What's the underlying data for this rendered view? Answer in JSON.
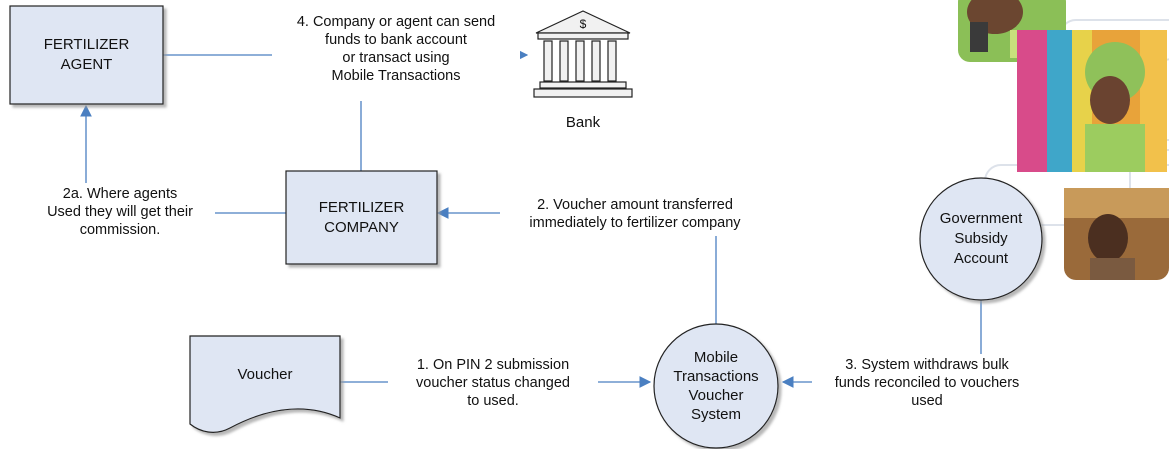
{
  "nodes": {
    "fertilizer_agent": [
      "FERTILIZER",
      "AGENT"
    ],
    "fertilizer_company": [
      "FERTILIZER",
      "COMPANY"
    ],
    "bank": "Bank",
    "bank_symbol": "$",
    "voucher": "Voucher",
    "mobile_system": [
      "Mobile",
      "Transactions",
      "Voucher",
      "System"
    ],
    "government_account": [
      "Government",
      "Subsidy",
      "Account"
    ]
  },
  "edges": {
    "step4": [
      "4. Company or agent can send",
      "funds to  bank account",
      "or transact using",
      "Mobile Transactions"
    ],
    "step2a": [
      "2a. Where agents",
      "Used they will get their",
      "commission."
    ],
    "step2": [
      "2. Voucher amount transferred",
      "immediately to fertilizer company"
    ],
    "step1": [
      "1. On PIN 2 submission",
      "voucher status changed",
      "to used."
    ],
    "step3": [
      "3. System withdraws bulk",
      "funds reconciled to vouchers",
      "used"
    ]
  },
  "colors": {
    "box_fill": "#dfe6f3",
    "circle_fill": "#dfe6f3",
    "connector": "#4a7fc1",
    "outline": "#222222"
  },
  "decor": {
    "photos": [
      "woman-on-phone-photo",
      "woman-colorful-fabrics-photo",
      "man-carrying-straw-photo"
    ]
  }
}
